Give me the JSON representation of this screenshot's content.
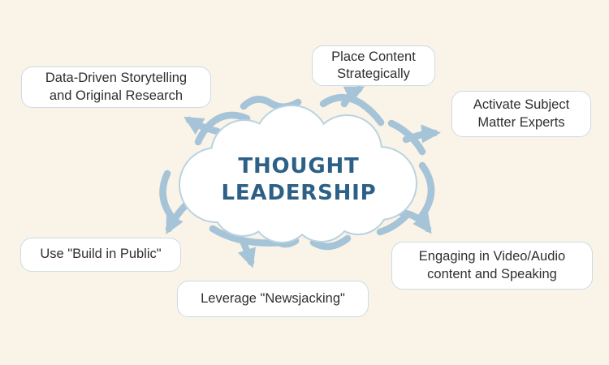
{
  "title": {
    "line1": "THOUGHT",
    "line2": "LEADERSHIP"
  },
  "nodes": [
    {
      "id": "data-driven",
      "label": "Data-Driven Storytelling and Original Research"
    },
    {
      "id": "place-content",
      "label": "Place Content Strategically"
    },
    {
      "id": "activate-sme",
      "label": "Activate Subject Matter Experts"
    },
    {
      "id": "build-public",
      "label": "Use \"Build in Public\""
    },
    {
      "id": "newsjacking",
      "label": "Leverage \"Newsjacking\""
    },
    {
      "id": "video-audio",
      "label": "Engaging in Video/Audio content and Speaking"
    }
  ],
  "icons": {
    "cloud": "cloud-shape",
    "arrows": [
      "arrow-up-left",
      "arrow-up",
      "arrow-up-right",
      "arrow-down-right",
      "arrow-down",
      "arrow-down-left"
    ]
  },
  "colors": {
    "background": "#FAF3E8",
    "cloud_fill": "#FFFFFF",
    "cloud_outline": "#B9D3E1",
    "arrow": "#A6C4D7",
    "title_text": "#2D6086",
    "box_fill": "#FFFFFF",
    "box_border": "#CBDCE5",
    "box_text": "#2F2F2F"
  }
}
